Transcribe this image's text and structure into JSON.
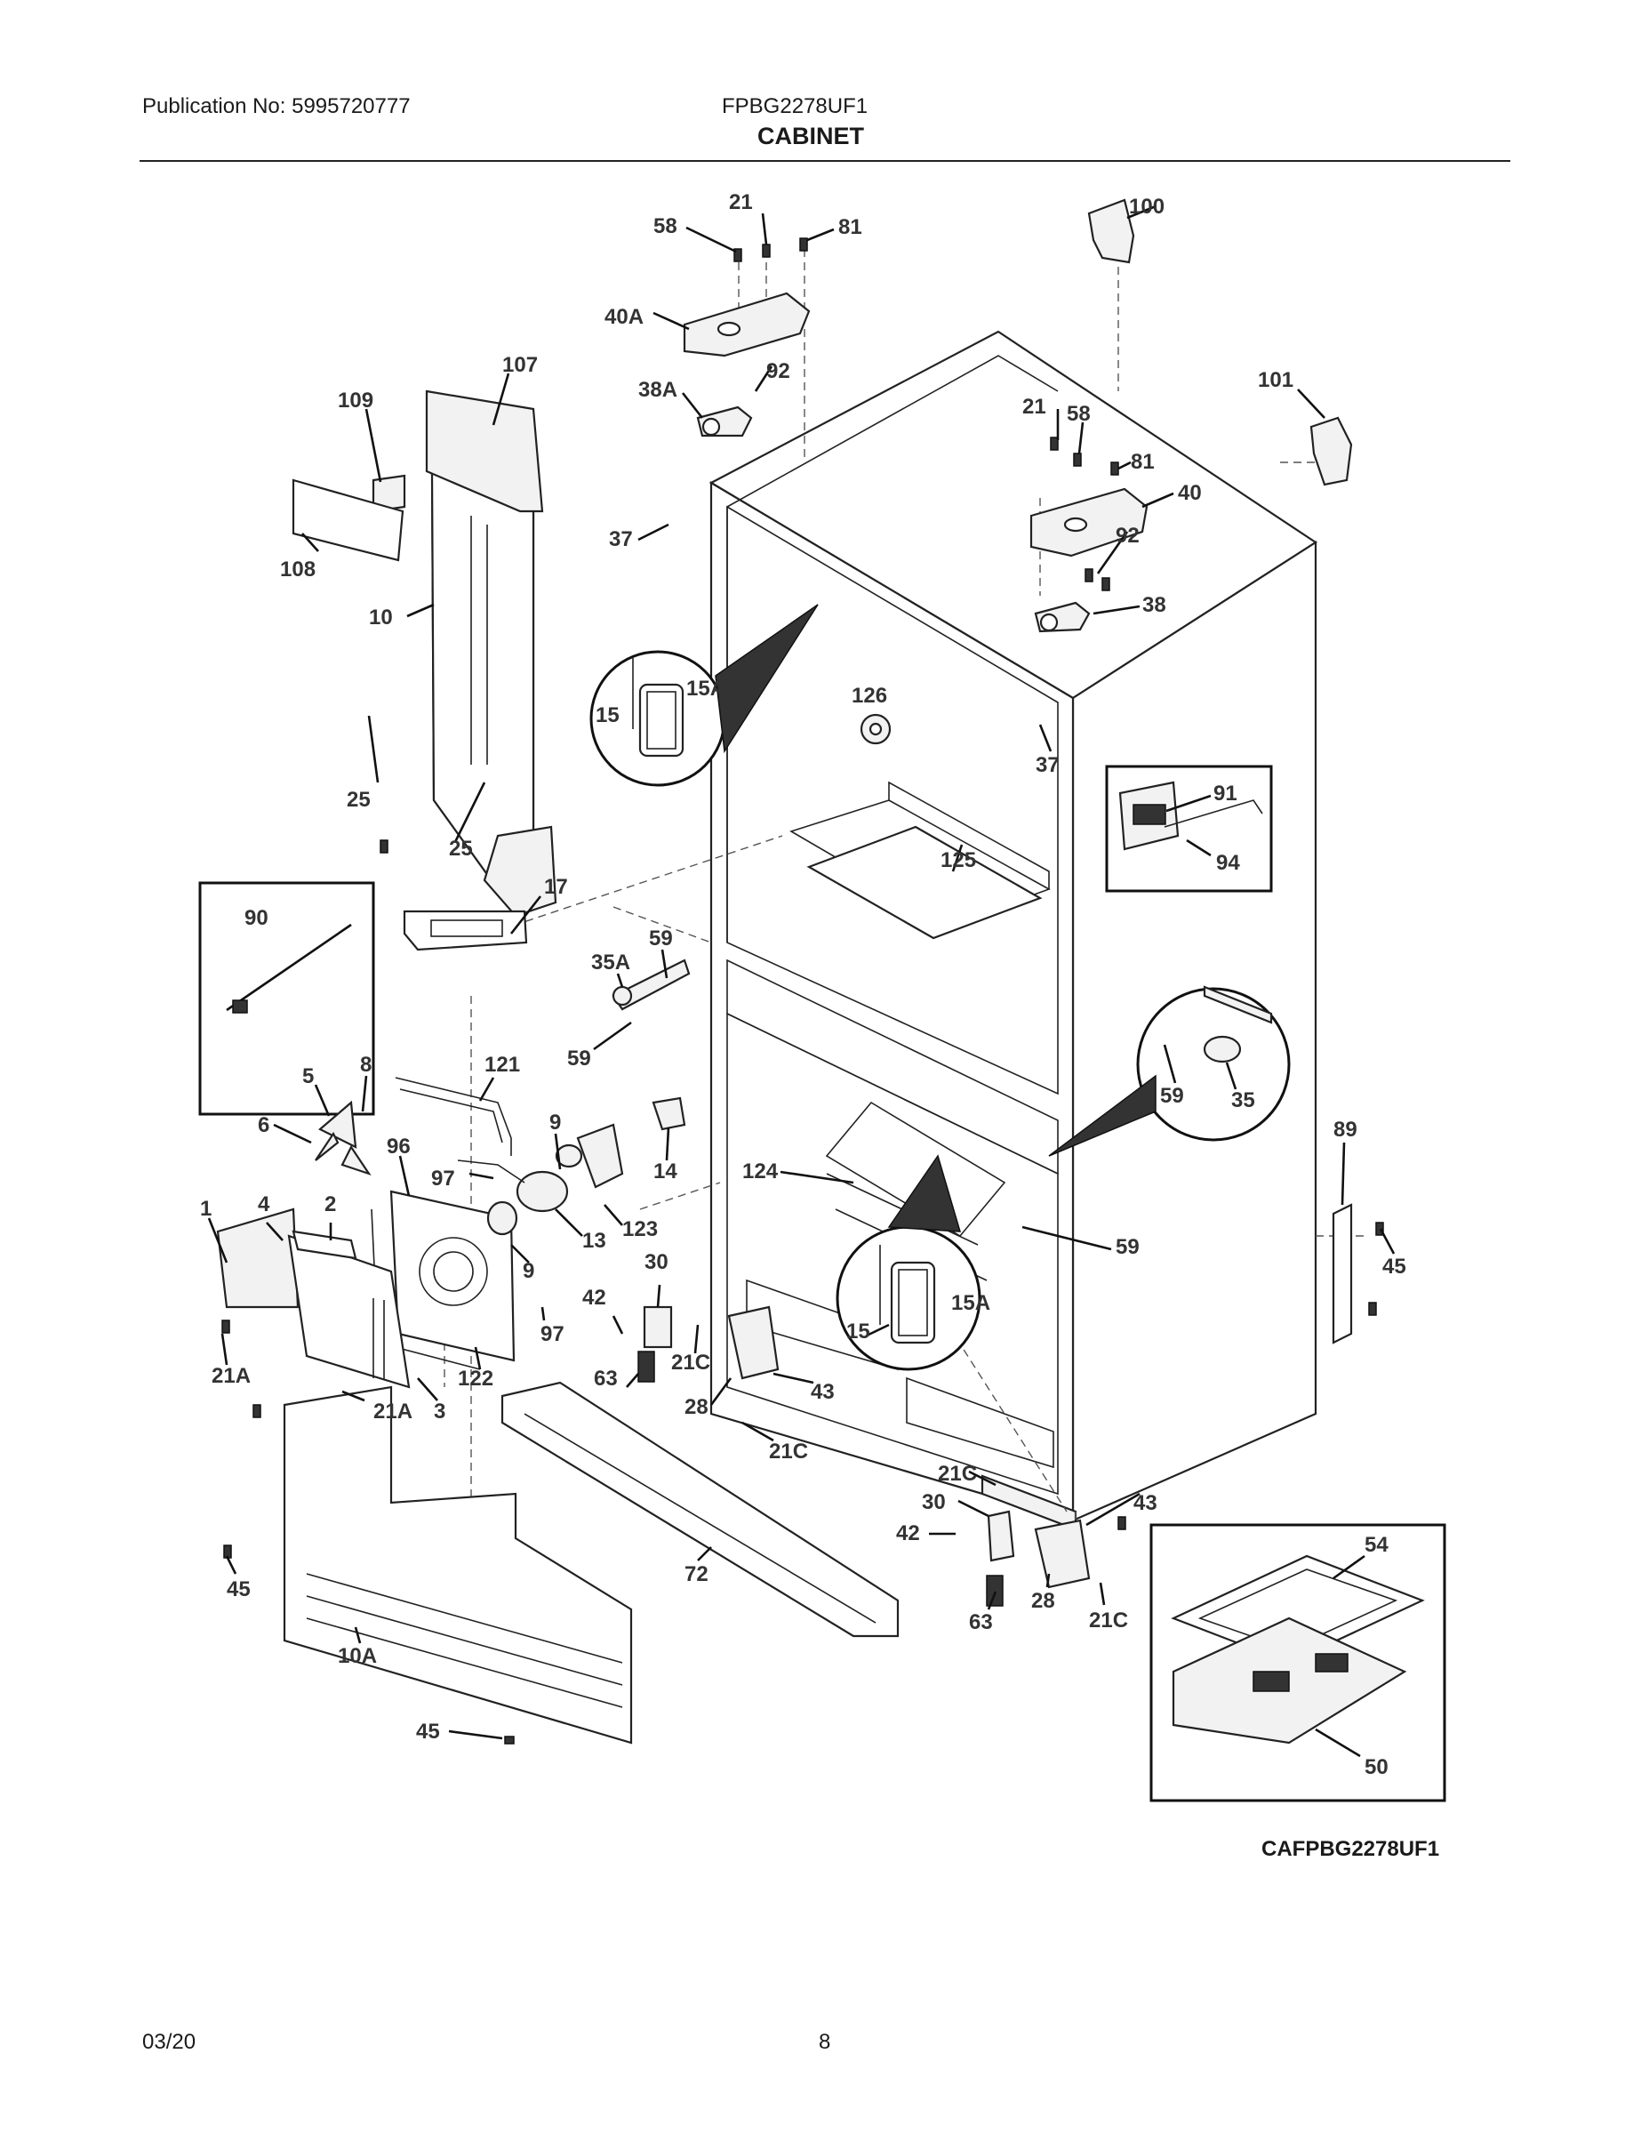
{
  "header": {
    "publication": "Publication No: 5995720777",
    "model": "FPBG2278UF1",
    "title": "CABINET"
  },
  "footer": {
    "diagram_code": "CAFPBG2278UF1",
    "date": "03/20",
    "page": "8"
  },
  "callouts": {
    "c58a": "58",
    "c21a": "21",
    "c81a": "81",
    "c100": "100",
    "c40a": "40A",
    "c92a": "92",
    "c38a": "38A",
    "c107": "107",
    "c109": "109",
    "c108": "108",
    "c10": "10",
    "c37a": "37",
    "c101": "101",
    "c21b": "21",
    "c58b": "58",
    "c81b": "81",
    "c40": "40",
    "c92b": "92",
    "c38": "38",
    "c15a": "15",
    "c15Aa": "15A",
    "c126": "126",
    "c37b": "37",
    "c91": "91",
    "c94": "94",
    "c25a": "25",
    "c25b": "25",
    "c17": "17",
    "c90": "90",
    "c125": "125",
    "c59a": "59",
    "c35A": "35A",
    "c59b": "59",
    "c59c": "59",
    "c35": "35",
    "c5": "5",
    "c8": "8",
    "c121": "121",
    "c6": "6",
    "c9a": "9",
    "c96": "96",
    "c97a": "97",
    "c14": "14",
    "c124": "124",
    "c89": "89",
    "c1": "1",
    "c4": "4",
    "c2": "2",
    "c13": "13",
    "c123": "123",
    "c9b": "9",
    "c30a": "30",
    "c59d": "59",
    "c45a": "45",
    "c42a": "42",
    "c97b": "97",
    "c15b": "15",
    "c15Ab": "15A",
    "c21Ca": "21C",
    "c21Aa": "21A",
    "c122": "122",
    "c63a": "63",
    "c43a": "43",
    "c28a": "28",
    "c3": "3",
    "c21Ab": "21A",
    "c21Cb": "21C",
    "c21Cc": "21C",
    "c43b": "43",
    "c30b": "30",
    "c42b": "42",
    "c54": "54",
    "c45b": "45",
    "c72": "72",
    "c28b": "28",
    "c63b": "63",
    "c21Cd": "21C",
    "c10A": "10A",
    "c50": "50",
    "c45c": "45"
  }
}
